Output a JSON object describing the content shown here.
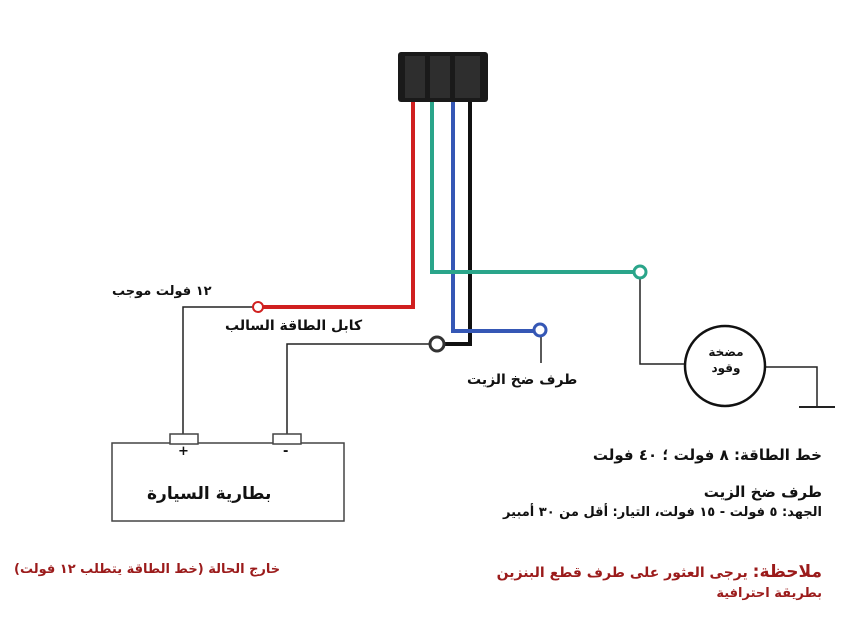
{
  "labels": {
    "positive_12v": "۱۲ فولت موجب",
    "negative_cable": "كابل الطاقة السالب",
    "oil_pressure_terminal": "طرف ضخ الزيت",
    "pump_label": "مضخة\nوقود",
    "battery_plus": "+",
    "battery_minus": "-",
    "battery_title": "بطارية السيارة"
  },
  "specs": {
    "power_line": "خط الطاقة: ٨ فولت ؛ ٤٠ فولت",
    "oil_title": "طرف ضخ الزيت",
    "oil_detail": "الجهد: ٥ فولت - ١٥ فولت، التيار: أقل من ٣٠ أمبير"
  },
  "notes": {
    "outside_case": "خارج الحالة (خط الطاقة يتطلب ١٢ فولت)",
    "note_prefix": "ملاحظة:",
    "note_text": "يرجى العثور على طرف قطع البنزين",
    "note_line2": "بطريقة احترافية"
  },
  "colors": {
    "red_wire": "#d0201f",
    "green_wire": "#2aa58a",
    "blue_wire": "#3557b5",
    "black_wire": "#111111",
    "note_red": "#9b1b1b"
  }
}
